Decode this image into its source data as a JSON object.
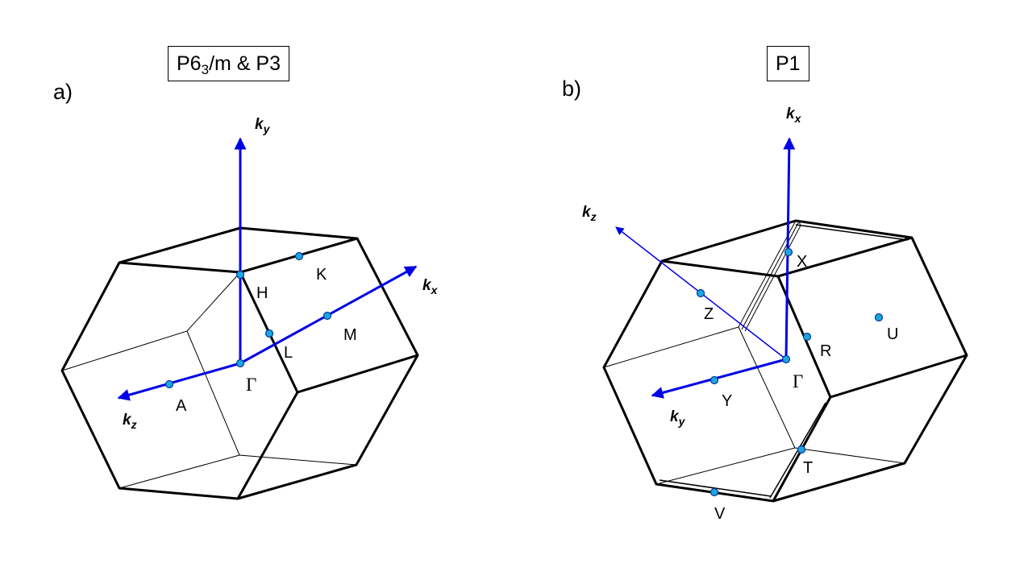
{
  "panels": [
    {
      "id": "a",
      "panel_label": "a)",
      "title_main": "P6",
      "title_sub": "3",
      "title_rest": "/m & P3",
      "axes": {
        "kx": {
          "k": "k",
          "sub": "x"
        },
        "ky": {
          "k": "k",
          "sub": "y"
        },
        "kz": {
          "k": "k",
          "sub": "z"
        }
      },
      "points": [
        "H",
        "K",
        "L",
        "M",
        "Γ",
        "A"
      ]
    },
    {
      "id": "b",
      "panel_label": "b)",
      "title_main": "P1",
      "axes": {
        "kx": {
          "k": "k",
          "sub": "x"
        },
        "ky": {
          "k": "k",
          "sub": "y"
        },
        "kz": {
          "k": "k",
          "sub": "z"
        }
      },
      "points": [
        "X",
        "Z",
        "U",
        "R",
        "Γ",
        "Y",
        "T",
        "V"
      ]
    }
  ],
  "colors": {
    "axis": "#0000e6",
    "point_fill": "#1ea5e0",
    "point_stroke": "#00399a",
    "edge": "#000000"
  }
}
